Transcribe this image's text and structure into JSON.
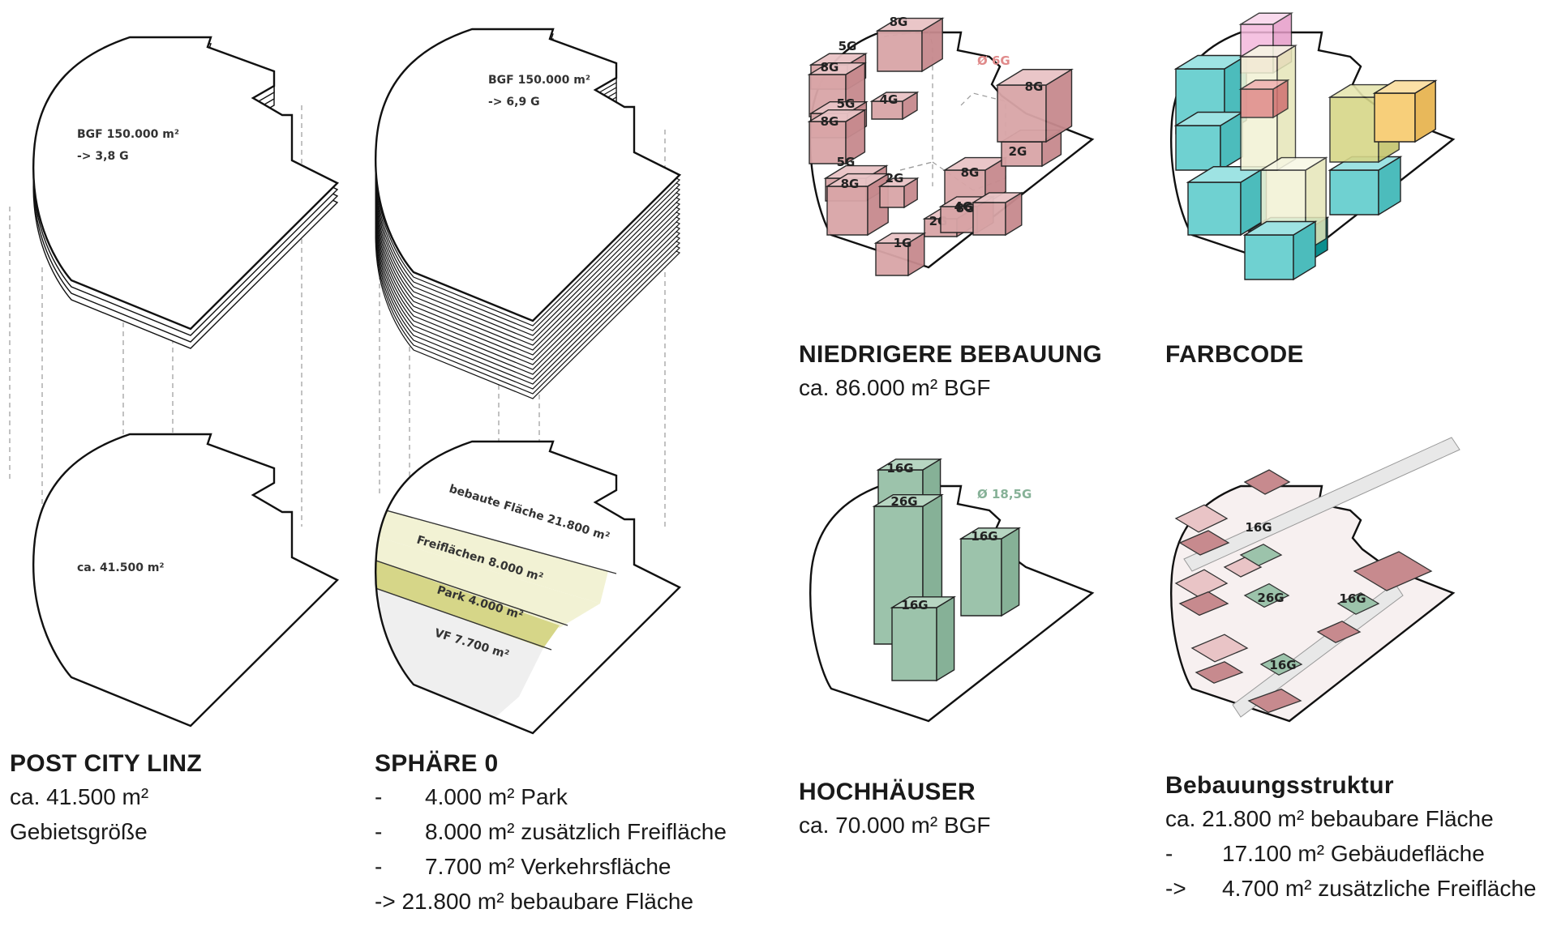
{
  "colors": {
    "pink_front": "#d9a5a7",
    "pink_side": "#c78a8e",
    "pink_top": "#e9c4c6",
    "green_front": "#9cc3ab",
    "green_side": "#86b197",
    "green_top": "#b7d6c2",
    "teal": "#6fd1d1",
    "teal_dark": "#10a8a8",
    "lightyellow": "#f2f2d4",
    "olive": "#d6d688",
    "grey": "#efefef",
    "orange": "#f7cf7a",
    "magenta": "#f4b8dc",
    "red_avg": "#e08a8a",
    "green_avg": "#86b197"
  },
  "panel1": {
    "top_label_line1": "BGF 150.000 m²",
    "top_label_line2": "-> 3,8 G",
    "bottom_label": "ca. 41.500 m²",
    "caption_title": "POST CITY LINZ",
    "caption_lines": [
      "ca. 41.500 m²",
      "Gebietsgröße"
    ]
  },
  "panel2": {
    "top_label_line1": "BGF 150.000 m²",
    "top_label_line2": "-> 6,9 G",
    "band_labels": [
      "bebaute Fläche 21.800 m²",
      "Freiflächen 8.000 m²",
      "Park 4.000 m²",
      "VF 7.700 m²"
    ],
    "caption_title": "SPHÄRE 0",
    "caption_rows": [
      {
        "prefix": "-",
        "text": "4.000 m² Park"
      },
      {
        "prefix": "-",
        "text": "8.000 m² zusätzlich Freifläche"
      },
      {
        "prefix": "-",
        "text": "7.700 m²  Verkehrsfläche"
      }
    ],
    "caption_result": "-> 21.800 m² bebaubare Fläche"
  },
  "panel3": {
    "average": "Ø 6G",
    "building_labels": [
      "8G",
      "5G",
      "8G",
      "5G",
      "8G",
      "4G",
      "5G",
      "8G",
      "2G",
      "8G",
      "2G",
      "8G",
      "4G",
      "2G",
      "8G",
      "1G"
    ],
    "caption_title": "NIEDRIGERE BEBAUUNG",
    "caption_lines": [
      "ca.  86.000 m² BGF"
    ]
  },
  "panel4": {
    "caption_title": "FARBCODE"
  },
  "panel5": {
    "average": "Ø 18,5G",
    "tower_labels": [
      "16G",
      "26G",
      "16G",
      "16G"
    ],
    "caption_title": "HOCHHÄUSER",
    "caption_lines": [
      "ca.  70.000 m² BGF"
    ]
  },
  "panel6": {
    "plot_labels": [
      "16G",
      "26G",
      "16G",
      "16G"
    ],
    "caption_title": "Bebauungsstruktur",
    "caption_lines": [
      "ca.  21.800 m² bebaubare Fläche"
    ],
    "caption_rows": [
      {
        "prefix": "-",
        "text": "17.100 m² Gebäudefläche"
      },
      {
        "prefix": "->",
        "text": "4.700 m² zusätzliche Freifläche"
      }
    ]
  }
}
